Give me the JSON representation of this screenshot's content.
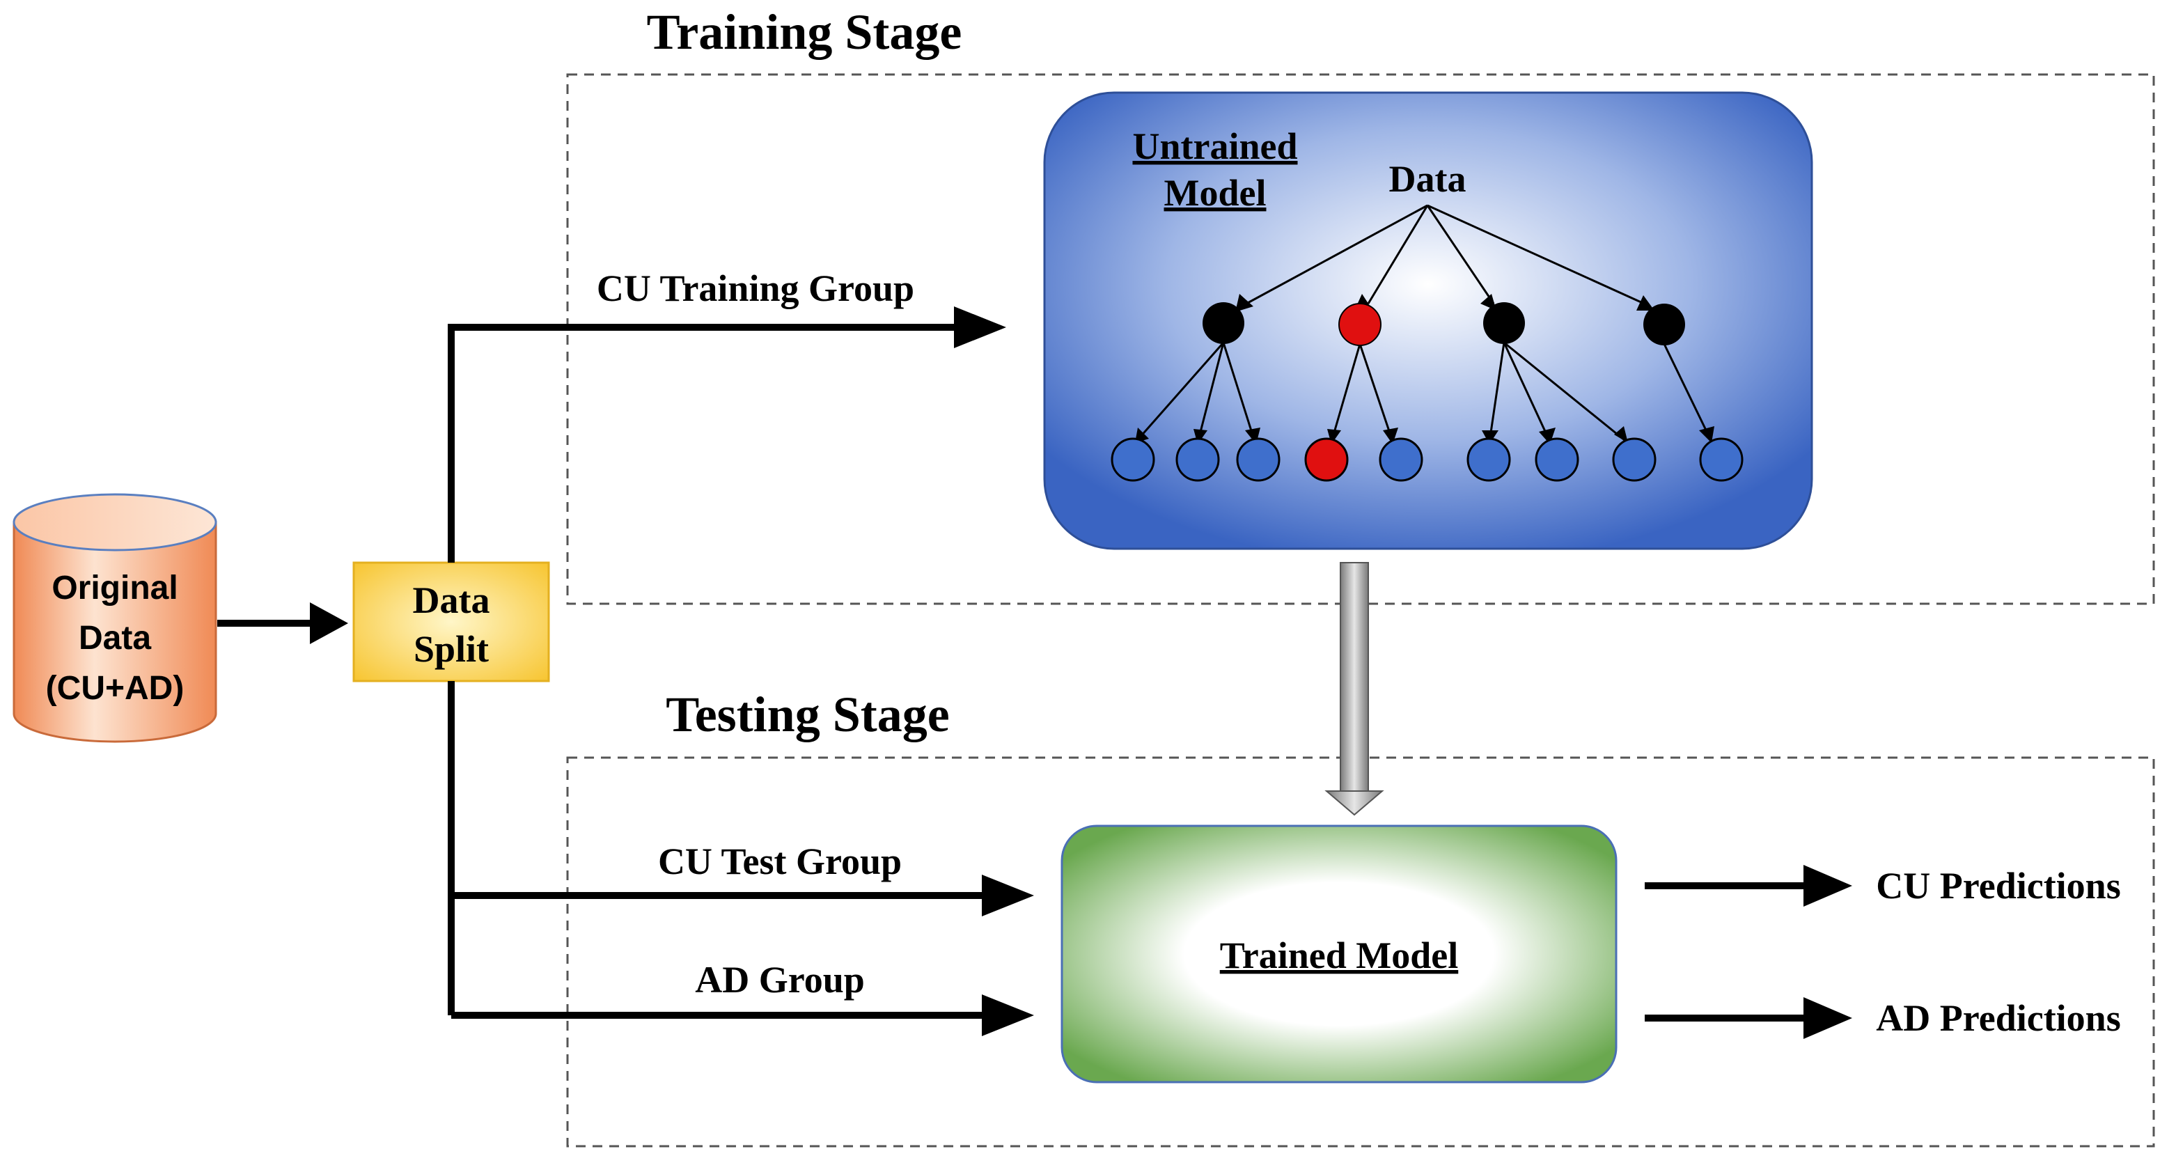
{
  "stages": {
    "training_title": "Training Stage",
    "testing_title": "Testing Stage"
  },
  "source": {
    "line1": "Original",
    "line2": "Data",
    "line3": "(CU+AD)"
  },
  "split": {
    "line1": "Data",
    "line2": "Split"
  },
  "flows": {
    "cu_training": "CU Training Group",
    "cu_test": "CU Test Group",
    "ad_group": "AD Group"
  },
  "untrained_model": {
    "title_line1": "Untrained",
    "title_line2": "Model",
    "root_label": "Data"
  },
  "trained_model": {
    "label": "Trained Model"
  },
  "outputs": {
    "cu_predictions": "CU Predictions",
    "ad_predictions": "AD Predictions"
  },
  "colors": {
    "node_black": "#000000",
    "node_highlight": "#e01010",
    "node_leaf": "#3f6fcc",
    "cylinder": "#f4a070",
    "split_box": "#f7c531",
    "untrained_box": "#3a64c2",
    "trained_box": "#6aa84f"
  }
}
